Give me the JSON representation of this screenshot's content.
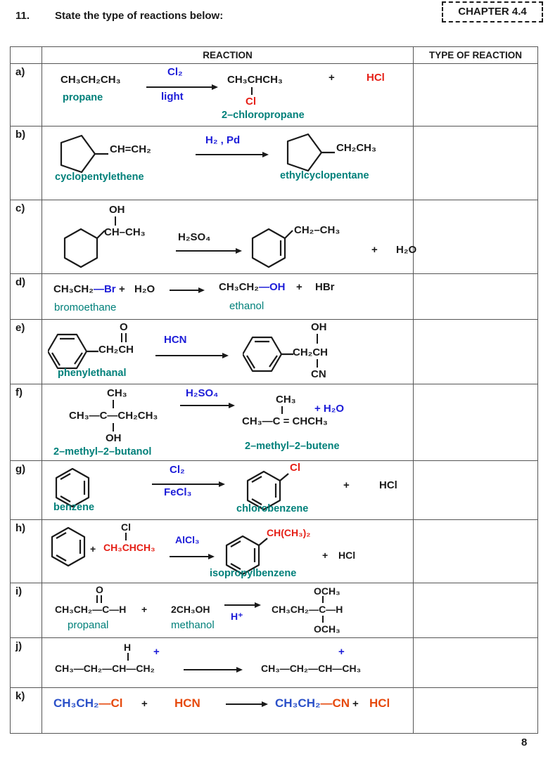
{
  "header": {
    "question_number": "11.",
    "question_text": "State the type of reactions below:",
    "chapter_badge": "CHAPTER 4.4"
  },
  "footer": {
    "page_number": "8"
  },
  "colors": {
    "name_teal": "#00807a",
    "reagent_blue": "#1c1cd8",
    "halogen_red": "#e51f16",
    "orange_red": "#e64a0e",
    "formula_blue": "#2b50c8",
    "ink": "#1a1a1a"
  },
  "table": {
    "col_reaction": "REACTION",
    "col_type": "TYPE OF REACTION",
    "rows": {
      "a": {
        "label": "a)",
        "reactant": "CH₃CH₂CH₃",
        "reactant_name": "propane",
        "arrow_top": "Cl₂",
        "arrow_bottom": "light",
        "product": "CH₃CHCH₃",
        "product_sub": "Cl",
        "product_name": "2–chloropropane",
        "plus": "+",
        "byproduct": "HCl"
      },
      "b": {
        "label": "b)",
        "reactant_chain": "CH=CH₂",
        "reactant_name": "cyclopentylethene",
        "arrow_top": "H₂ , Pd",
        "product_chain": "CH₂CH₃",
        "product_name": "ethylcyclopentane"
      },
      "c": {
        "label": "c)",
        "reactant_oh": "OH",
        "reactant_chain": "CH–CH₃",
        "arrow_top": "H₂SO₄",
        "product_chain": "CH₂–CH₃",
        "plus": "+",
        "byproduct": "H₂O"
      },
      "d": {
        "label": "d)",
        "reactant1_main": "CH₃CH₂",
        "reactant1_hal": "—Br",
        "reactant1_name": "bromoethane",
        "plus1": "+",
        "reactant2": "H₂O",
        "product_main": "CH₃CH₂",
        "product_grp": "—OH",
        "product_name": "ethanol",
        "plus2": "+",
        "byproduct": "HBr"
      },
      "e": {
        "label": "e)",
        "reactant_chain": "CH₂CH",
        "reactant_o": "O",
        "reactant_name": "phenylethanal",
        "arrow_top": "HCN",
        "product_chain": "CH₂CH",
        "product_oh": "OH",
        "product_cn": "CN"
      },
      "f": {
        "label": "f)",
        "reactant_top": "CH₃",
        "reactant_main": "CH₃—C—CH₂CH₃",
        "reactant_bottom": "OH",
        "reactant_name": "2–methyl–2–butanol",
        "arrow_top": "H₂SO₄",
        "product_top": "CH₃",
        "product_main": "CH₃—C = CHCH₃",
        "plus_byproduct": "+  H₂O",
        "product_name": "2–methyl–2–butene"
      },
      "g": {
        "label": "g)",
        "reactant_name": "benzene",
        "arrow_top": "Cl₂",
        "arrow_bottom": "FeCl₃",
        "product_sub": "Cl",
        "product_name": "chlorobenzene",
        "plus": "+",
        "byproduct": "HCl"
      },
      "h": {
        "label": "h)",
        "plus1": "+",
        "reactant2_cl": "Cl",
        "reactant2": "CH₃CHCH₃",
        "arrow_top": "AlCl₃",
        "product_sub": "CH(CH₃)₂",
        "plus2": "+",
        "byproduct": "HCl",
        "product_name": "isopropylbenzene"
      },
      "i": {
        "label": "i)",
        "reactant_o": "O",
        "reactant_main": "CH₃CH₂—C—H",
        "reactant_name": "propanal",
        "plus": "+",
        "reactant2": "2CH₃OH",
        "reactant2_name": "methanol",
        "arrow_bottom": "H⁺",
        "product_top": "OCH₃",
        "product_main": "CH₃CH₂—C—H",
        "product_bottom": "OCH₃"
      },
      "j": {
        "label": "j)",
        "reactant_h": "H",
        "reactant_charge": "+",
        "reactant_main": "CH₃—CH₂—CH—CH₂",
        "product_charge": "+",
        "product_main": "CH₃—CH₂—CH—CH₃"
      },
      "k": {
        "label": "k)",
        "reactant1_main": "CH₃CH₂",
        "reactant1_hal": "—Cl",
        "plus1": "+",
        "reactant2": "HCN",
        "product_main": "CH₃CH₂",
        "product_grp": "—CN",
        "plus2": "+",
        "byproduct": "HCl"
      }
    }
  }
}
